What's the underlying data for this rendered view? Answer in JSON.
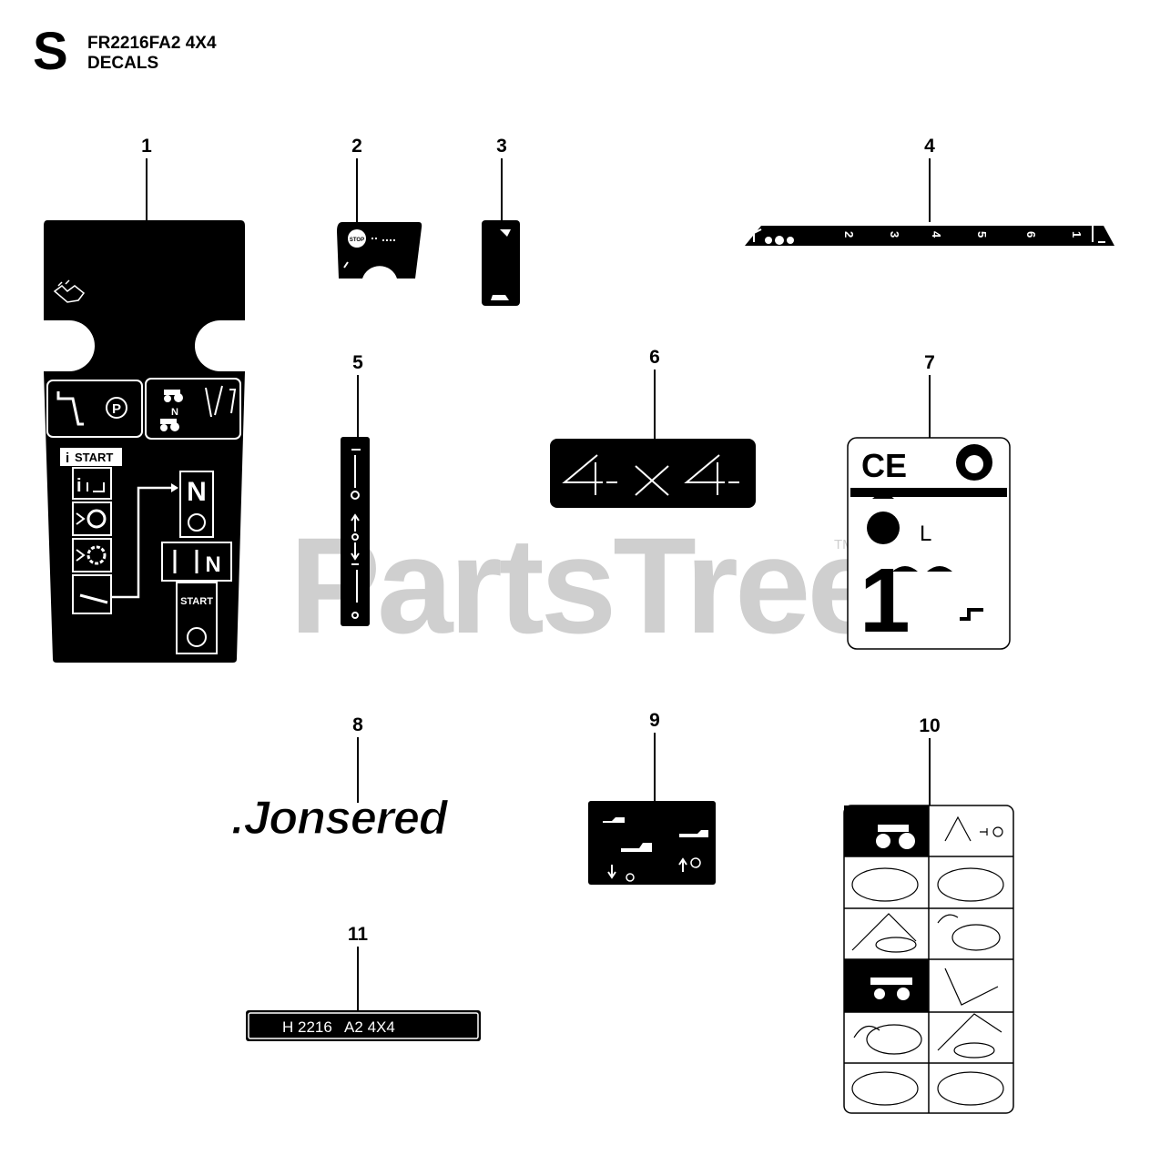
{
  "section": {
    "letter": "S"
  },
  "header": {
    "model": "FR2216FA2 4X4",
    "title": "DECALS"
  },
  "watermark": {
    "text": "PartsTree",
    "tm": "TM"
  },
  "callouts": [
    "1",
    "2",
    "3",
    "4",
    "5",
    "6",
    "7",
    "8",
    "9",
    "10",
    "11"
  ],
  "decal1": {
    "n_label": "N",
    "p_label": "P",
    "start_tab": "START",
    "n_box": "N",
    "n_small": "N",
    "start_box": "START"
  },
  "decal4": {
    "scale": [
      "2",
      "3",
      "4",
      "5",
      "6",
      "1"
    ]
  },
  "decal6": {
    "text": "4-X4-"
  },
  "decal7": {
    "ce": "CE",
    "l_text": "L",
    "big_number": "1"
  },
  "decal8": {
    "text": ".Jonsered"
  },
  "decal11": {
    "text": "H 2216   A2 4X4"
  }
}
